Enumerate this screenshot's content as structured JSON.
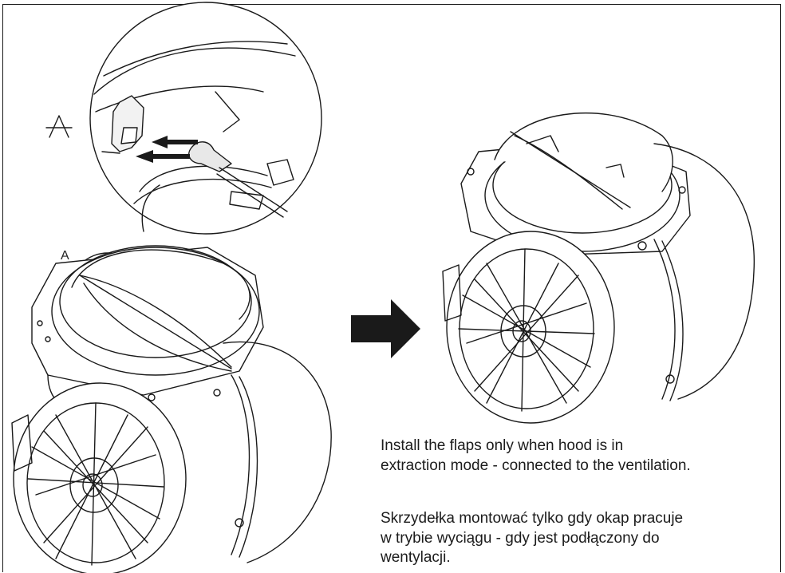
{
  "callout": {
    "marker_large": "A",
    "marker_small": "A"
  },
  "instructions": {
    "english": "Install the flaps only when hood is in extraction mode - connected to the ventilation.",
    "english_line1": "Install the flaps only when hood is in",
    "english_line2": "extraction mode - connected to the ventilation.",
    "polish_line1": "Skrzydełka montować tylko gdy okap pracuje",
    "polish_line2": "w trybie wyciągu - gdy jest podłączony do",
    "polish_line3": "wentylacji."
  },
  "colors": {
    "line": "#1a1a1a",
    "arrow": "#1a1a1a"
  }
}
